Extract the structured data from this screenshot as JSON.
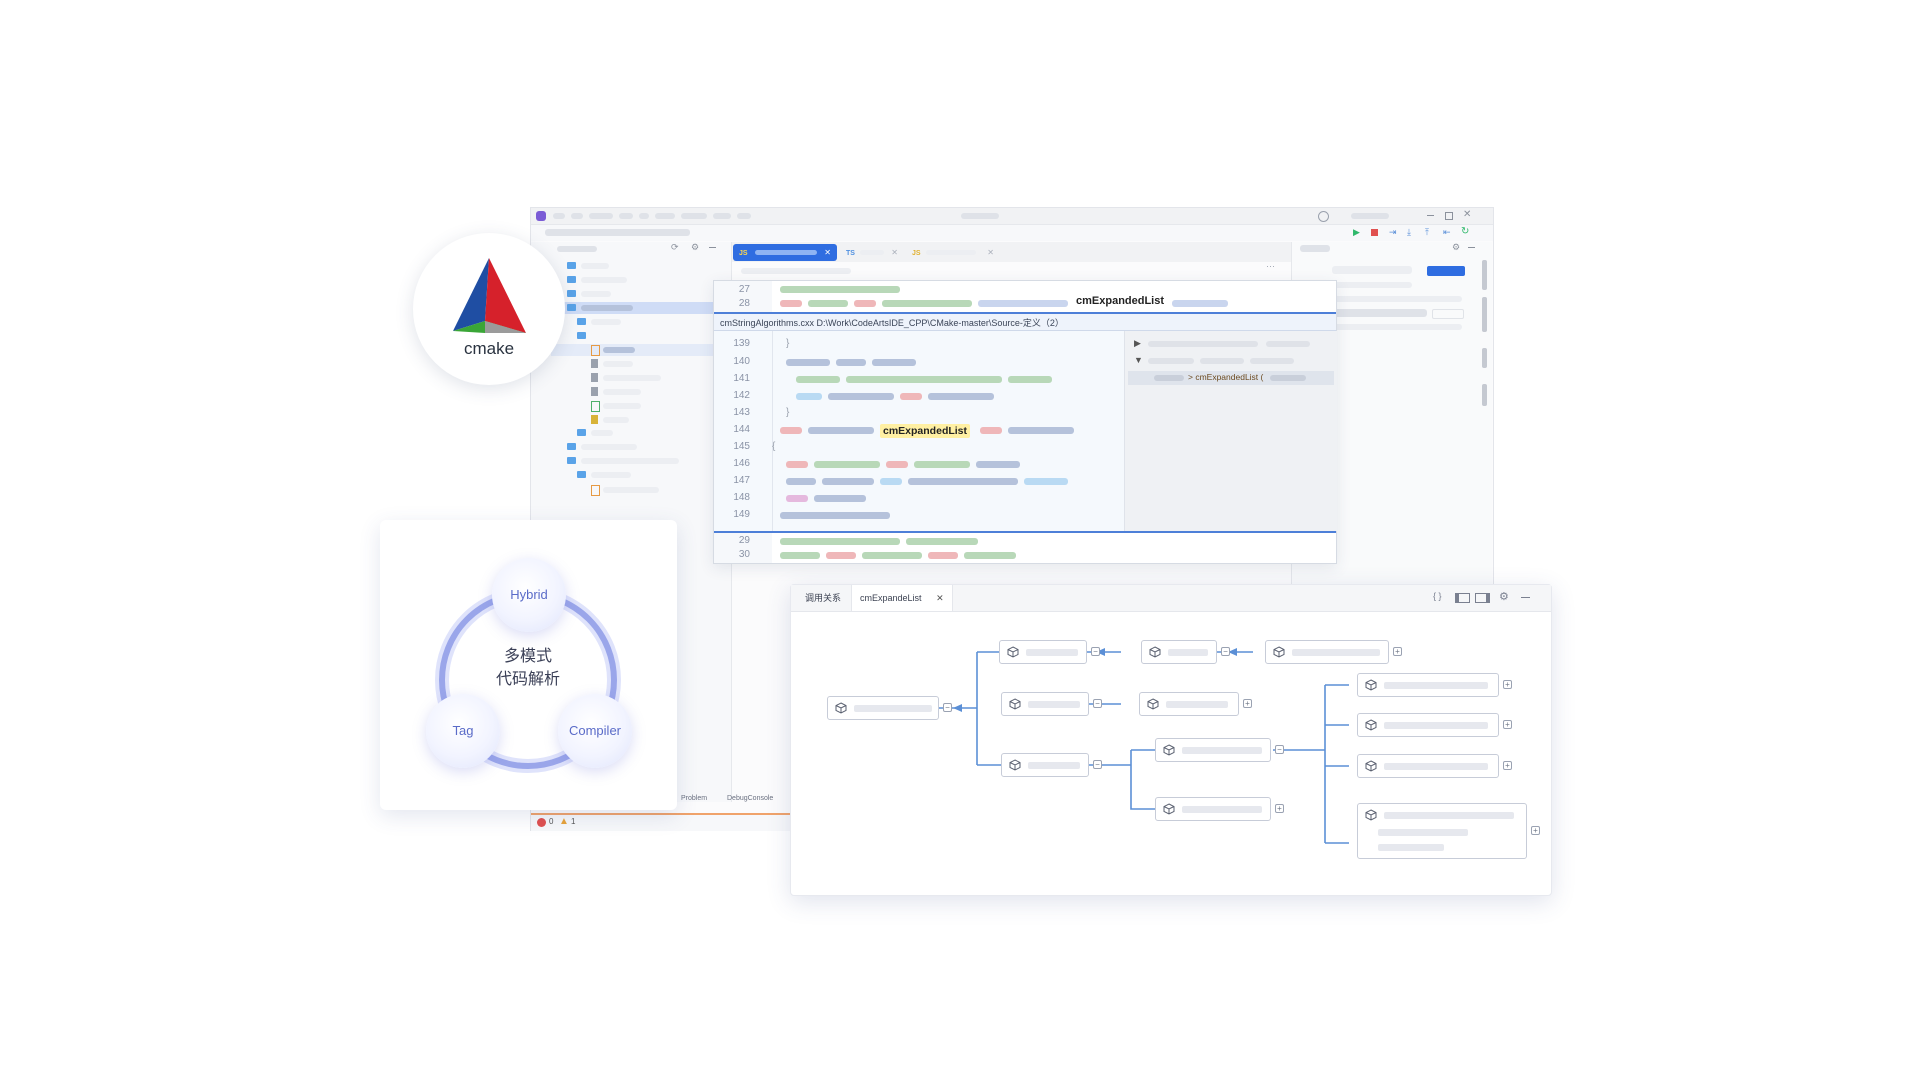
{
  "cmake": {
    "label": "cmake"
  },
  "multimode": {
    "center_line1": "多模式",
    "center_line2": "代码解析",
    "modes": [
      "Hybrid",
      "Tag",
      "Compiler"
    ]
  },
  "editor": {
    "peek_path": "cmStringAlgorithms.cxx D:\\Work\\CodeArtsIDE_CPP\\CMake-master\\Source-定义（2）",
    "highlight_symbol": "cmExpandedList",
    "ref_item": "> cmExpandedList (",
    "top_lines": [
      "27",
      "28"
    ],
    "peek_lines": [
      "139",
      "140",
      "141",
      "142",
      "143",
      "144",
      "145",
      "146",
      "147",
      "148",
      "149"
    ],
    "bottom_lines": [
      "29",
      "30"
    ]
  },
  "bottom_panel": {
    "problem_tab": "Problem",
    "debug_tab": "DebugConsole",
    "errors": "0",
    "warnings": "1"
  },
  "callgraph": {
    "tab_call": "调用关系",
    "tab_symbol": "cmExpandeList"
  },
  "colors": {
    "accent": "#2f6de1",
    "highlight": "#fff0a3",
    "graph_line": "#5b8fd6",
    "status_bar": "#f0a36b"
  }
}
